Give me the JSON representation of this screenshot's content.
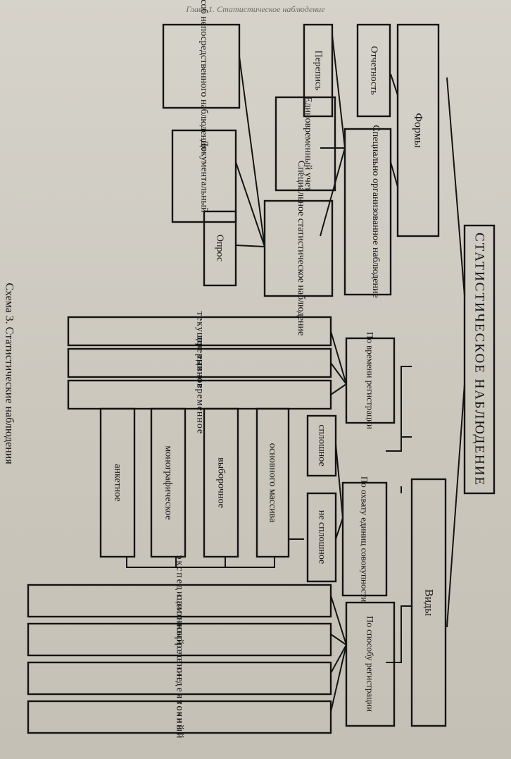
{
  "header": "Глава 1. Статистическое наблюдение",
  "caption": "Схема 3. Статистические наблюдения",
  "root": "СТАТИСТИЧЕСКОЕ НАБЛЮДЕНИЕ",
  "branches": {
    "forms": "Формы",
    "types": "Виды"
  },
  "forms": {
    "reporting": "Отчетность",
    "special": "Специально организованное наблюдение",
    "census": "Перепись",
    "one_time": "Единовременный учет",
    "special_stat": "Специальное статистическое наблюдение",
    "direct": "Способ непосредственного наблюдения",
    "documentary": "Документальный",
    "survey": "Опрос"
  },
  "types": {
    "by_time": "По времени регистрации",
    "by_coverage": "По охвату единиц совокупности",
    "by_method": "По способу регистрации",
    "time_items": [
      "текущее",
      "прерывное",
      "единовременное"
    ],
    "coverage_items": [
      "сплошное",
      "не сплошное",
      "основного массива",
      "выборочное",
      "монографическое",
      "анкетное"
    ],
    "method_items": [
      "экспедиционный",
      "самоисчисление",
      "корреспондентский",
      "явочный"
    ]
  }
}
